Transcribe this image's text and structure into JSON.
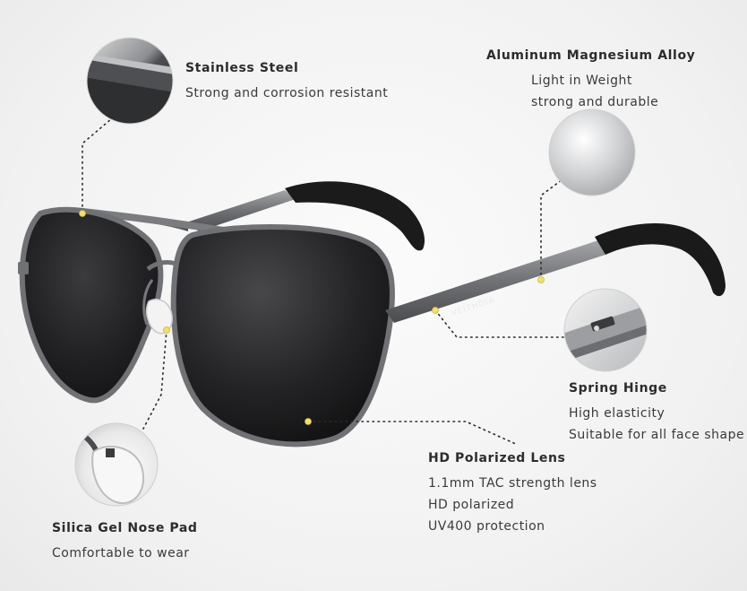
{
  "features": {
    "stainless_steel": {
      "title": "Stainless  Steel",
      "lines": [
        "Strong and corrosion resistant"
      ]
    },
    "aluminum_alloy": {
      "title": "Aluminum Magnesium Alloy",
      "lines": [
        "Light in Weight",
        "strong and durable"
      ]
    },
    "spring_hinge": {
      "title": "Spring Hinge",
      "lines": [
        "High elasticity",
        "Suitable for all face shape"
      ]
    },
    "polarized_lens": {
      "title": "HD Polarized Lens",
      "lines": [
        "1.1mm TAC strength lens",
        "HD polarized",
        "UV400 protection"
      ]
    },
    "nose_pad": {
      "title": "Silica Gel Nose Pad",
      "lines": [
        "Comfortable to wear"
      ]
    }
  },
  "product": {
    "brand_on_temple": "VEITHDIA"
  },
  "colors": {
    "frame": "#6f7174",
    "lens": "#1c1c1e",
    "temple_tip": "#1a1a1a",
    "callout_dot": "#f2e06a"
  }
}
